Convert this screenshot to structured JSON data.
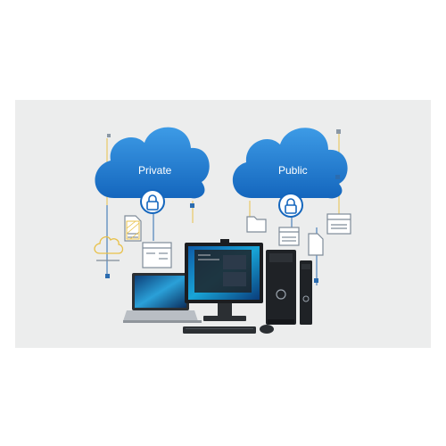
{
  "clouds": {
    "private": {
      "label": "Private",
      "icon": "lock-icon"
    },
    "public": {
      "label": "Public",
      "icon": "lock-icon"
    }
  },
  "devices": [
    "laptop",
    "monitor",
    "tower-desktop",
    "small-form-factor-desktop",
    "keyboard",
    "mouse"
  ],
  "icons": [
    "document-icon",
    "window-icon",
    "cloud-outline-icon",
    "folder-icon"
  ],
  "colors": {
    "background": "#ffffff",
    "panel": "#eceded",
    "cloud_blue": "#1e73c8",
    "cloud_blue_light": "#3b95e0",
    "line_yellow": "#e8c14a",
    "line_blue": "#2b6cb0",
    "icon_gray": "#8b98a5"
  }
}
